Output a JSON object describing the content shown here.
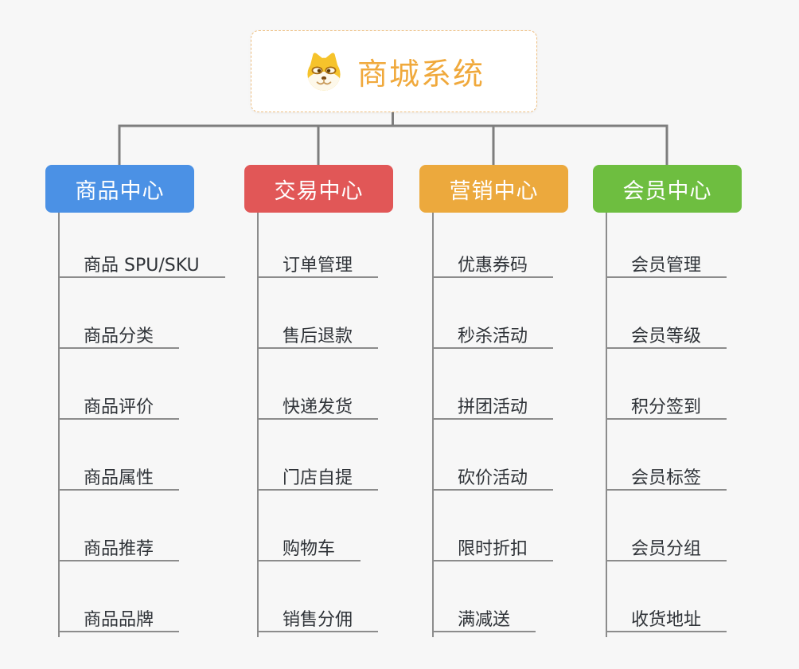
{
  "app": {
    "background_color": "#f7f7f7",
    "connector_color": "#7e7e7e",
    "child_line_color": "#8c8c8c"
  },
  "root": {
    "title": "商城系统",
    "title_color": "#f0a93c",
    "border_color": "#efc083",
    "icon": "dog-face-icon"
  },
  "branches": [
    {
      "label": "商品中心",
      "color": "#4b91e5",
      "children": [
        "商品 SPU/SKU",
        "商品分类",
        "商品评价",
        "商品属性",
        "商品推荐",
        "商品品牌"
      ]
    },
    {
      "label": "交易中心",
      "color": "#e15757",
      "children": [
        "订单管理",
        "售后退款",
        "快递发货",
        "门店自提",
        "购物车",
        "销售分佣"
      ]
    },
    {
      "label": "营销中心",
      "color": "#eca93d",
      "children": [
        "优惠券码",
        "秒杀活动",
        "拼团活动",
        "砍价活动",
        "限时折扣",
        "满减送"
      ]
    },
    {
      "label": "会员中心",
      "color": "#6ebe40",
      "children": [
        "会员管理",
        "会员等级",
        "积分签到",
        "会员标签",
        "会员分组",
        "收货地址"
      ]
    }
  ]
}
